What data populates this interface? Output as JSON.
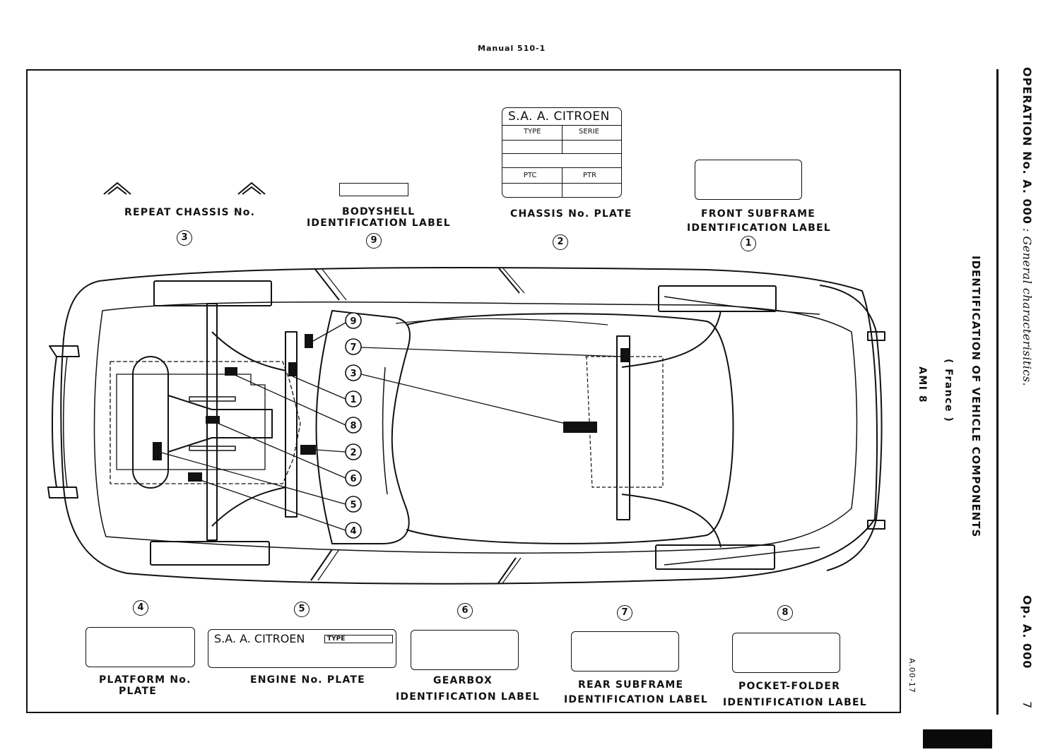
{
  "header": {
    "manual": "Manual 510-1"
  },
  "sidebar": {
    "operation": "OPERATION No. A. 000",
    "subtitle": ": General characterisitics.",
    "op_ref": "Op. A. 000",
    "page": "7",
    "title": "IDENTIFICATION OF VEHICLE COMPONENTS",
    "region": "( France )",
    "model": "AMI 8"
  },
  "figure_ref": "A.00-17",
  "plate": {
    "maker": "S.A. A. CITROEN",
    "type": "TYPE",
    "serie": "SERIE",
    "ptc": "PTC",
    "ptr": "PTR"
  },
  "engine_plate": {
    "maker": "S.A. A. CITROEN",
    "type": "TYPE"
  },
  "top_labels": {
    "repeat_chassis": "REPEAT CHASSIS No.",
    "bodyshell_1": "BODYSHELL",
    "bodyshell_2": "IDENTIFICATION LABEL",
    "chassis_plate": "CHASSIS No. PLATE",
    "front_sub_1": "FRONT SUBFRAME",
    "front_sub_2": "IDENTIFICATION LABEL"
  },
  "bottom_labels": {
    "platform_1": "PLATFORM No.",
    "platform_2": "PLATE",
    "engine": "ENGINE No. PLATE",
    "gearbox_1": "GEARBOX",
    "gearbox_2": "IDENTIFICATION LABEL",
    "rear_sub_1": "REAR SUBFRAME",
    "rear_sub_2": "IDENTIFICATION LABEL",
    "pocket_1": "POCKET-FOLDER",
    "pocket_2": "IDENTIFICATION LABEL"
  },
  "numbers": {
    "n1": "1",
    "n2": "2",
    "n3": "3",
    "n4": "4",
    "n5": "5",
    "n6": "6",
    "n7": "7",
    "n8": "8",
    "n9": "9"
  }
}
